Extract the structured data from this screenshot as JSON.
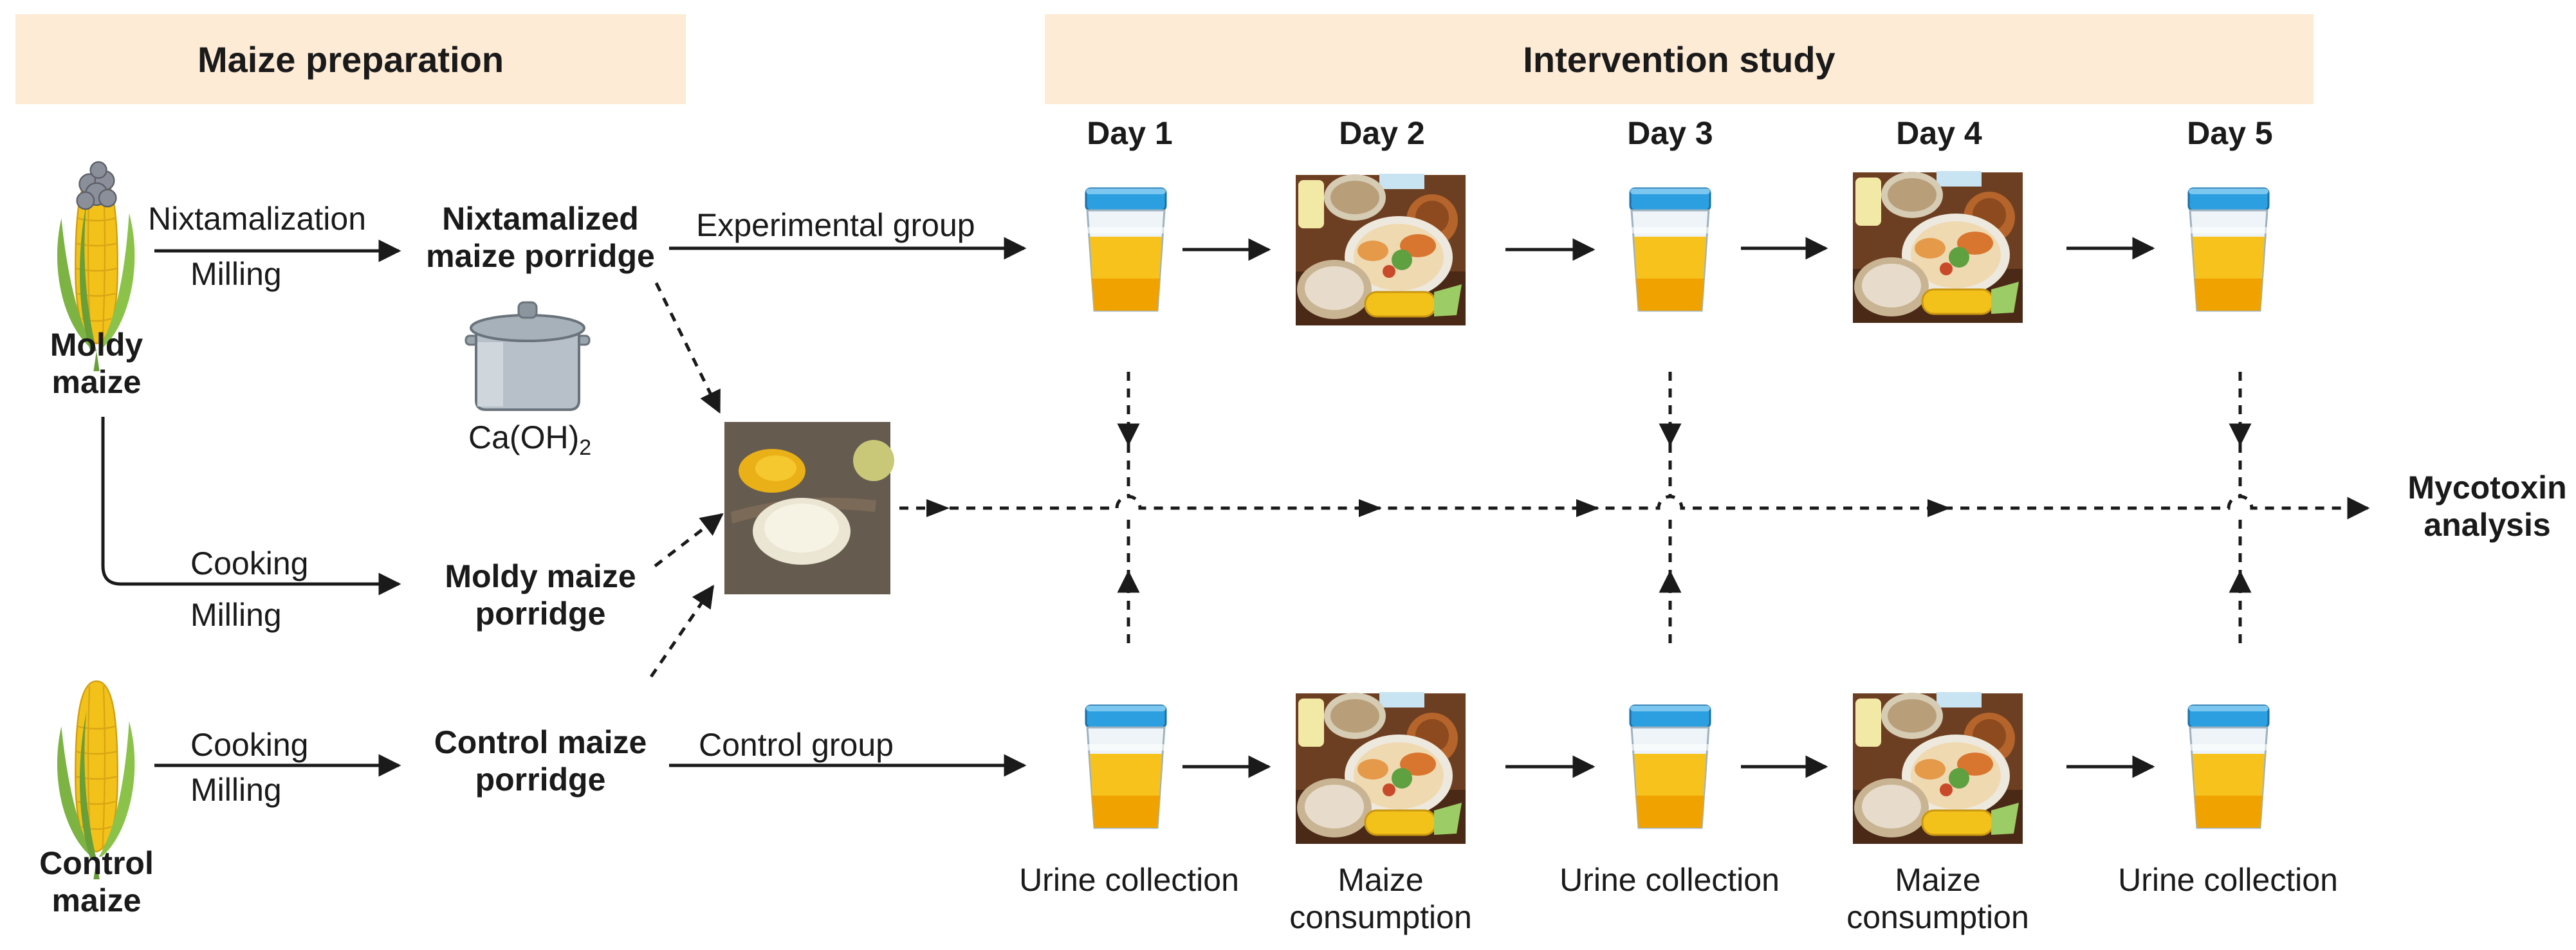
{
  "headers": {
    "maize_preparation": "Maize preparation",
    "intervention_study": "Intervention study"
  },
  "days": [
    "Day 1",
    "Day 2",
    "Day 3",
    "Day 4",
    "Day 5"
  ],
  "preparation": {
    "moldy_maize": [
      "Moldy",
      "maize"
    ],
    "control_maize": [
      "Control",
      "maize"
    ],
    "nixtamalization": "Nixtamalization",
    "milling": "Milling",
    "cooking": "Cooking",
    "reagent": "Ca(OH)",
    "reagent_subscript": "2",
    "nixtamalized_porridge": [
      "Nixtamalized",
      "maize porridge"
    ],
    "moldy_porridge": [
      "Moldy maize",
      "porridge"
    ],
    "control_porridge": [
      "Control maize",
      "porridge"
    ]
  },
  "groups": {
    "experimental": "Experimental group",
    "control": "Control group"
  },
  "steps": {
    "urine_collection": "Urine collection",
    "maize_consumption": [
      "Maize",
      "consumption"
    ]
  },
  "analysis": [
    "Mycotoxin",
    "analysis"
  ],
  "colors": {
    "header_bg": "#fdebd6",
    "urine": "#f7c21b",
    "lid": "#2b9fe0",
    "maize": "#f2c21a",
    "leaf": "#7cb342"
  }
}
